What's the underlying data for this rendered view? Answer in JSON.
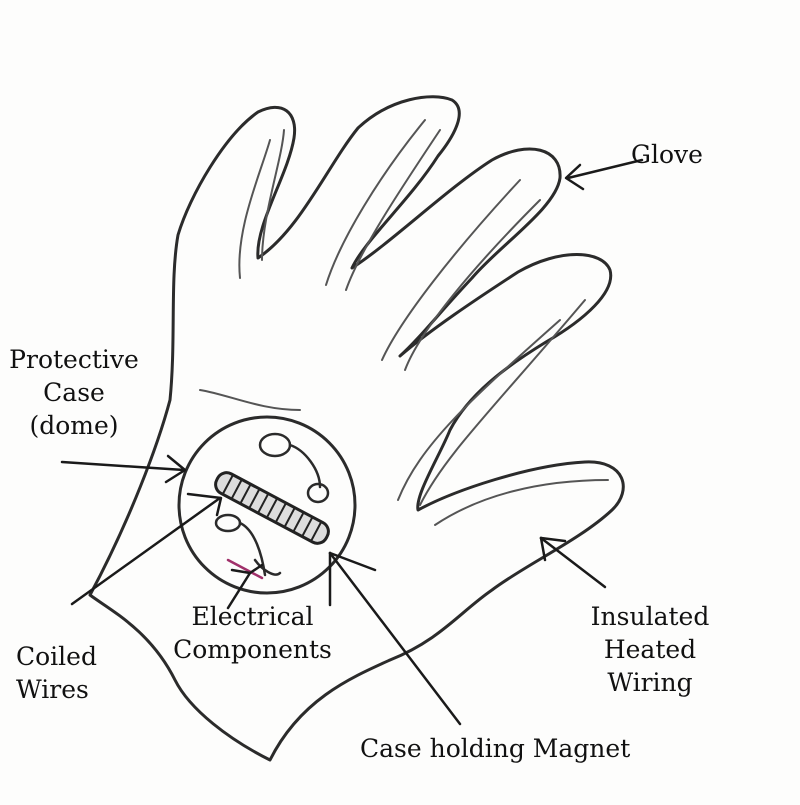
{
  "diagram": {
    "labels": {
      "glove": "Glove",
      "protective_case": [
        "Protective",
        "Case",
        "(dome)"
      ],
      "coiled_wires": [
        "Coiled",
        "Wires"
      ],
      "electrical_components": [
        "Electrical",
        "Components"
      ],
      "insulated_heated_wiring": [
        "Insulated",
        "Heated",
        "Wiring"
      ],
      "case_holding_magnet": "Case holding Magnet"
    }
  },
  "colors": {
    "ink": "#2a2a2a",
    "paper": "#fdfdfc",
    "accent_smudge": "#c6b8d6"
  }
}
